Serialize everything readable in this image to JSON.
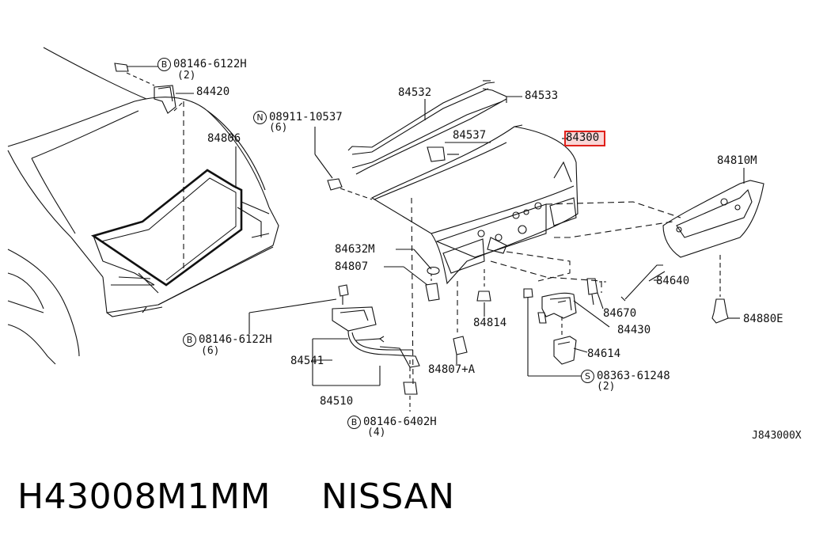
{
  "parts": {
    "p84420": "84420",
    "p84806": "84806",
    "p84532": "84532",
    "p84533": "84533",
    "p84537": "84537",
    "p84300": "84300",
    "p84810m": "84810M",
    "p84632m": "84632M",
    "p84807": "84807",
    "p84814": "84814",
    "p84640": "84640",
    "p84670": "84670",
    "p84430": "84430",
    "p84614": "84614",
    "p84880e": "84880E",
    "p84541": "84541",
    "p84510": "84510",
    "p84807a": "84807+A"
  },
  "fasteners": {
    "bolt_top": {
      "symbol": "B",
      "code": "08146-6122H",
      "qty": "(2)"
    },
    "nut_top": {
      "symbol": "N",
      "code": "08911-10537",
      "qty": "(6)"
    },
    "bolt_left": {
      "symbol": "B",
      "code": "08146-6122H",
      "qty": "(6)"
    },
    "bolt_bottom": {
      "symbol": "B",
      "code": "08146-6402H",
      "qty": "(4)"
    },
    "screw_right": {
      "symbol": "S",
      "code": "08363-61248",
      "qty": "(2)"
    }
  },
  "reference_code": "J843000X",
  "footer": {
    "part_number": "H43008M1MM",
    "brand": "NISSAN"
  },
  "highlight_color": "#e0201a"
}
